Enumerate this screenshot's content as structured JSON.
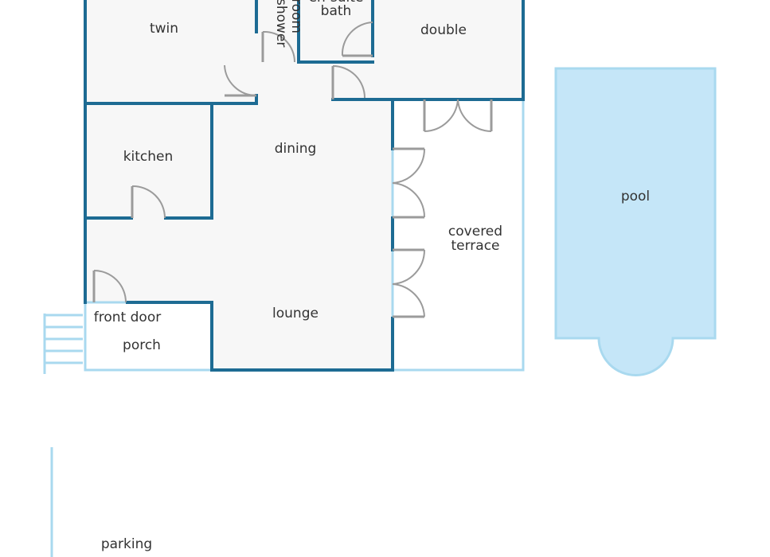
{
  "labels": {
    "twin": "twin",
    "shower_room_line1": "shower",
    "shower_room_line2": "room",
    "ensuite_line1": "en-suite",
    "ensuite_line2": "bath",
    "double": "double",
    "kitchen": "kitchen",
    "dining": "dining",
    "covered_terrace_line1": "covered",
    "covered_terrace_line2": "terrace",
    "pool": "pool",
    "lounge": "lounge",
    "front_door": "front door",
    "porch": "porch",
    "parking": "parking"
  },
  "colors": {
    "interior_wall": "#1d6b93",
    "exterior_outline": "#a9d9ef",
    "pool_fill": "#c5e6f8",
    "room_fill": "#f7f7f7",
    "door": "#9b9b9b",
    "text": "#333333"
  }
}
